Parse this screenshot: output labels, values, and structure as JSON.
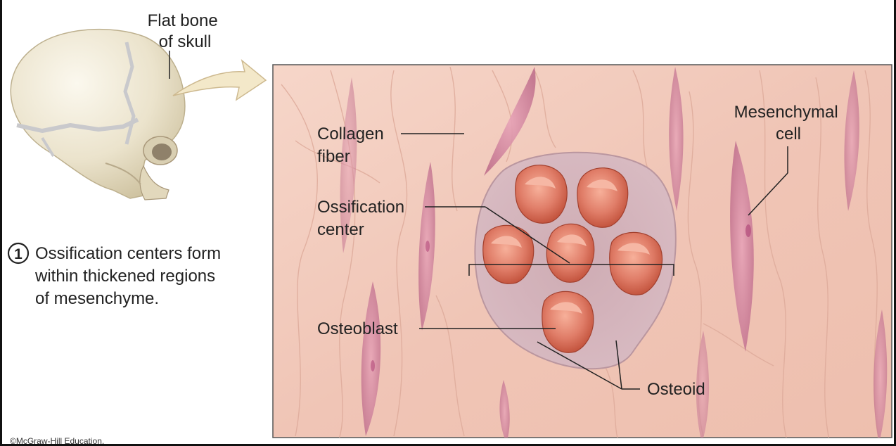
{
  "skull_label": [
    "Flat bone",
    "of skull"
  ],
  "step": {
    "number": "1",
    "lines": [
      "Ossification centers form",
      "within thickened regions",
      "of mesenchyme."
    ]
  },
  "labels": {
    "collagen_fiber": [
      "Collagen",
      "fiber"
    ],
    "ossification_center": [
      "Ossification",
      "center"
    ],
    "osteoblast": "Osteoblast",
    "mesenchymal_cell": [
      "Mesenchymal",
      "cell"
    ],
    "osteoid": "Osteoid"
  },
  "copyright": "©McGraw-Hill Education.",
  "colors": {
    "tissue": "#f2cbbd",
    "mesenchymal_cell": "#c87c96",
    "ossification_matrix": "#c7a3ad",
    "osteoblast": "#d96a55",
    "skull": "#ebe4cf",
    "arrow": "#f2e6c6"
  }
}
